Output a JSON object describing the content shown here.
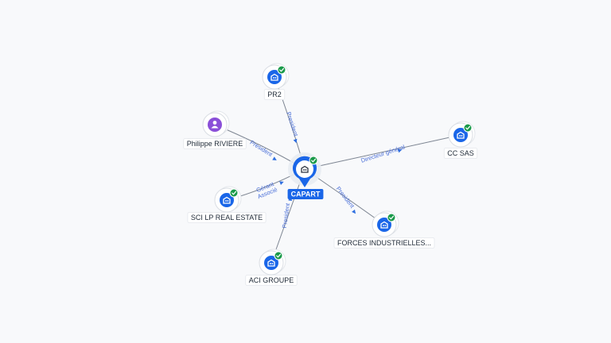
{
  "center": {
    "label": "CAPART",
    "icon": "building-icon",
    "verified": true,
    "color": "#1a66e8"
  },
  "nodes": [
    {
      "id": "pr2",
      "label": "PR2",
      "kind": "company",
      "icon": "building-icon",
      "verified": true
    },
    {
      "id": "philippe",
      "label": "Philippe RIVIERE",
      "kind": "person",
      "icon": "person-icon",
      "verified": false
    },
    {
      "id": "ccsas",
      "label": "CC SAS",
      "kind": "company",
      "icon": "building-icon",
      "verified": true
    },
    {
      "id": "scilp",
      "label": "SCI LP REAL ESTATE",
      "kind": "company",
      "icon": "building-icon",
      "verified": true
    },
    {
      "id": "forces",
      "label": "FORCES INDUSTRIELLES...",
      "kind": "company",
      "icon": "building-icon",
      "verified": true
    },
    {
      "id": "aci",
      "label": "ACI GROUPE",
      "kind": "company",
      "icon": "building-icon",
      "verified": true
    }
  ],
  "edges": [
    {
      "from": "pr2",
      "label": "President"
    },
    {
      "from": "philippe",
      "label": "President"
    },
    {
      "from": "ccsas",
      "label": "Directeur général"
    },
    {
      "from": "scilp",
      "label": "Gérant",
      "label2": "Associé"
    },
    {
      "from": "forces",
      "label": "President"
    },
    {
      "from": "aci",
      "label": "President"
    }
  ],
  "colors": {
    "company": "#1a66e8",
    "person": "#8a4fd8",
    "verified": "#1a9a4a",
    "edge": "#7d8592",
    "edge_label": "#4a6fd8"
  }
}
